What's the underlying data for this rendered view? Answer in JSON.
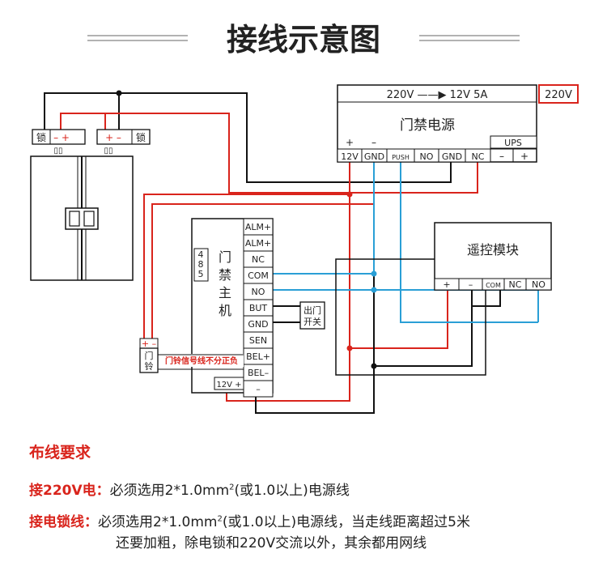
{
  "title": "接线示意图",
  "power_supply": {
    "header": "220V ——▶ 12V 5A",
    "input_tag": "220V",
    "name": "门禁电源",
    "plus": "+",
    "minus": "–",
    "ups": "UPS",
    "ups_minus": "–",
    "ups_plus": "+",
    "terminals": [
      "12V",
      "GND",
      "PUSH",
      "NO",
      "GND",
      "NC"
    ]
  },
  "lock": {
    "left_label": "锁",
    "right_label": "锁",
    "left_pol": "– +",
    "right_pol": "+ –",
    "magnet": "▯▯"
  },
  "controller": {
    "name": [
      "门",
      "禁",
      "主",
      "机"
    ],
    "rs485": "485",
    "terminals": [
      "ALM+",
      "ALM+",
      "NC",
      "COM",
      "NO",
      "BUT",
      "GND",
      "SEN",
      "BEL+",
      "BEL–",
      "–"
    ],
    "power": "12V +"
  },
  "exit_button": {
    "line1": "出门",
    "line2": "开关"
  },
  "doorbell": {
    "pol": "+ –",
    "line1": "门",
    "line2": "铃",
    "note": "门铃信号线不分正负"
  },
  "remote": {
    "name": "遥控模块",
    "terminals": [
      "+",
      "–",
      "COM",
      "NC",
      "NO"
    ]
  },
  "requirements": {
    "title": "布线要求",
    "r1_label": "接220V电：",
    "r1_text_a": "必须选用2*1.0mm",
    "r1_sup": "2",
    "r1_text_b": "(或1.0以上)电源线",
    "r2_label": "接电锁线：",
    "r2_text_a": "必须选用2*1.0mm",
    "r2_sup": "2",
    "r2_text_b": "(或1.0以上)电源线，当走线距离超过5米",
    "r2_line2": "还要加粗，除电锁和220V交流以外，其余都用网线"
  },
  "colors": {
    "red": "#d9241c",
    "blue": "#2a9fd6",
    "black": "#111111"
  }
}
